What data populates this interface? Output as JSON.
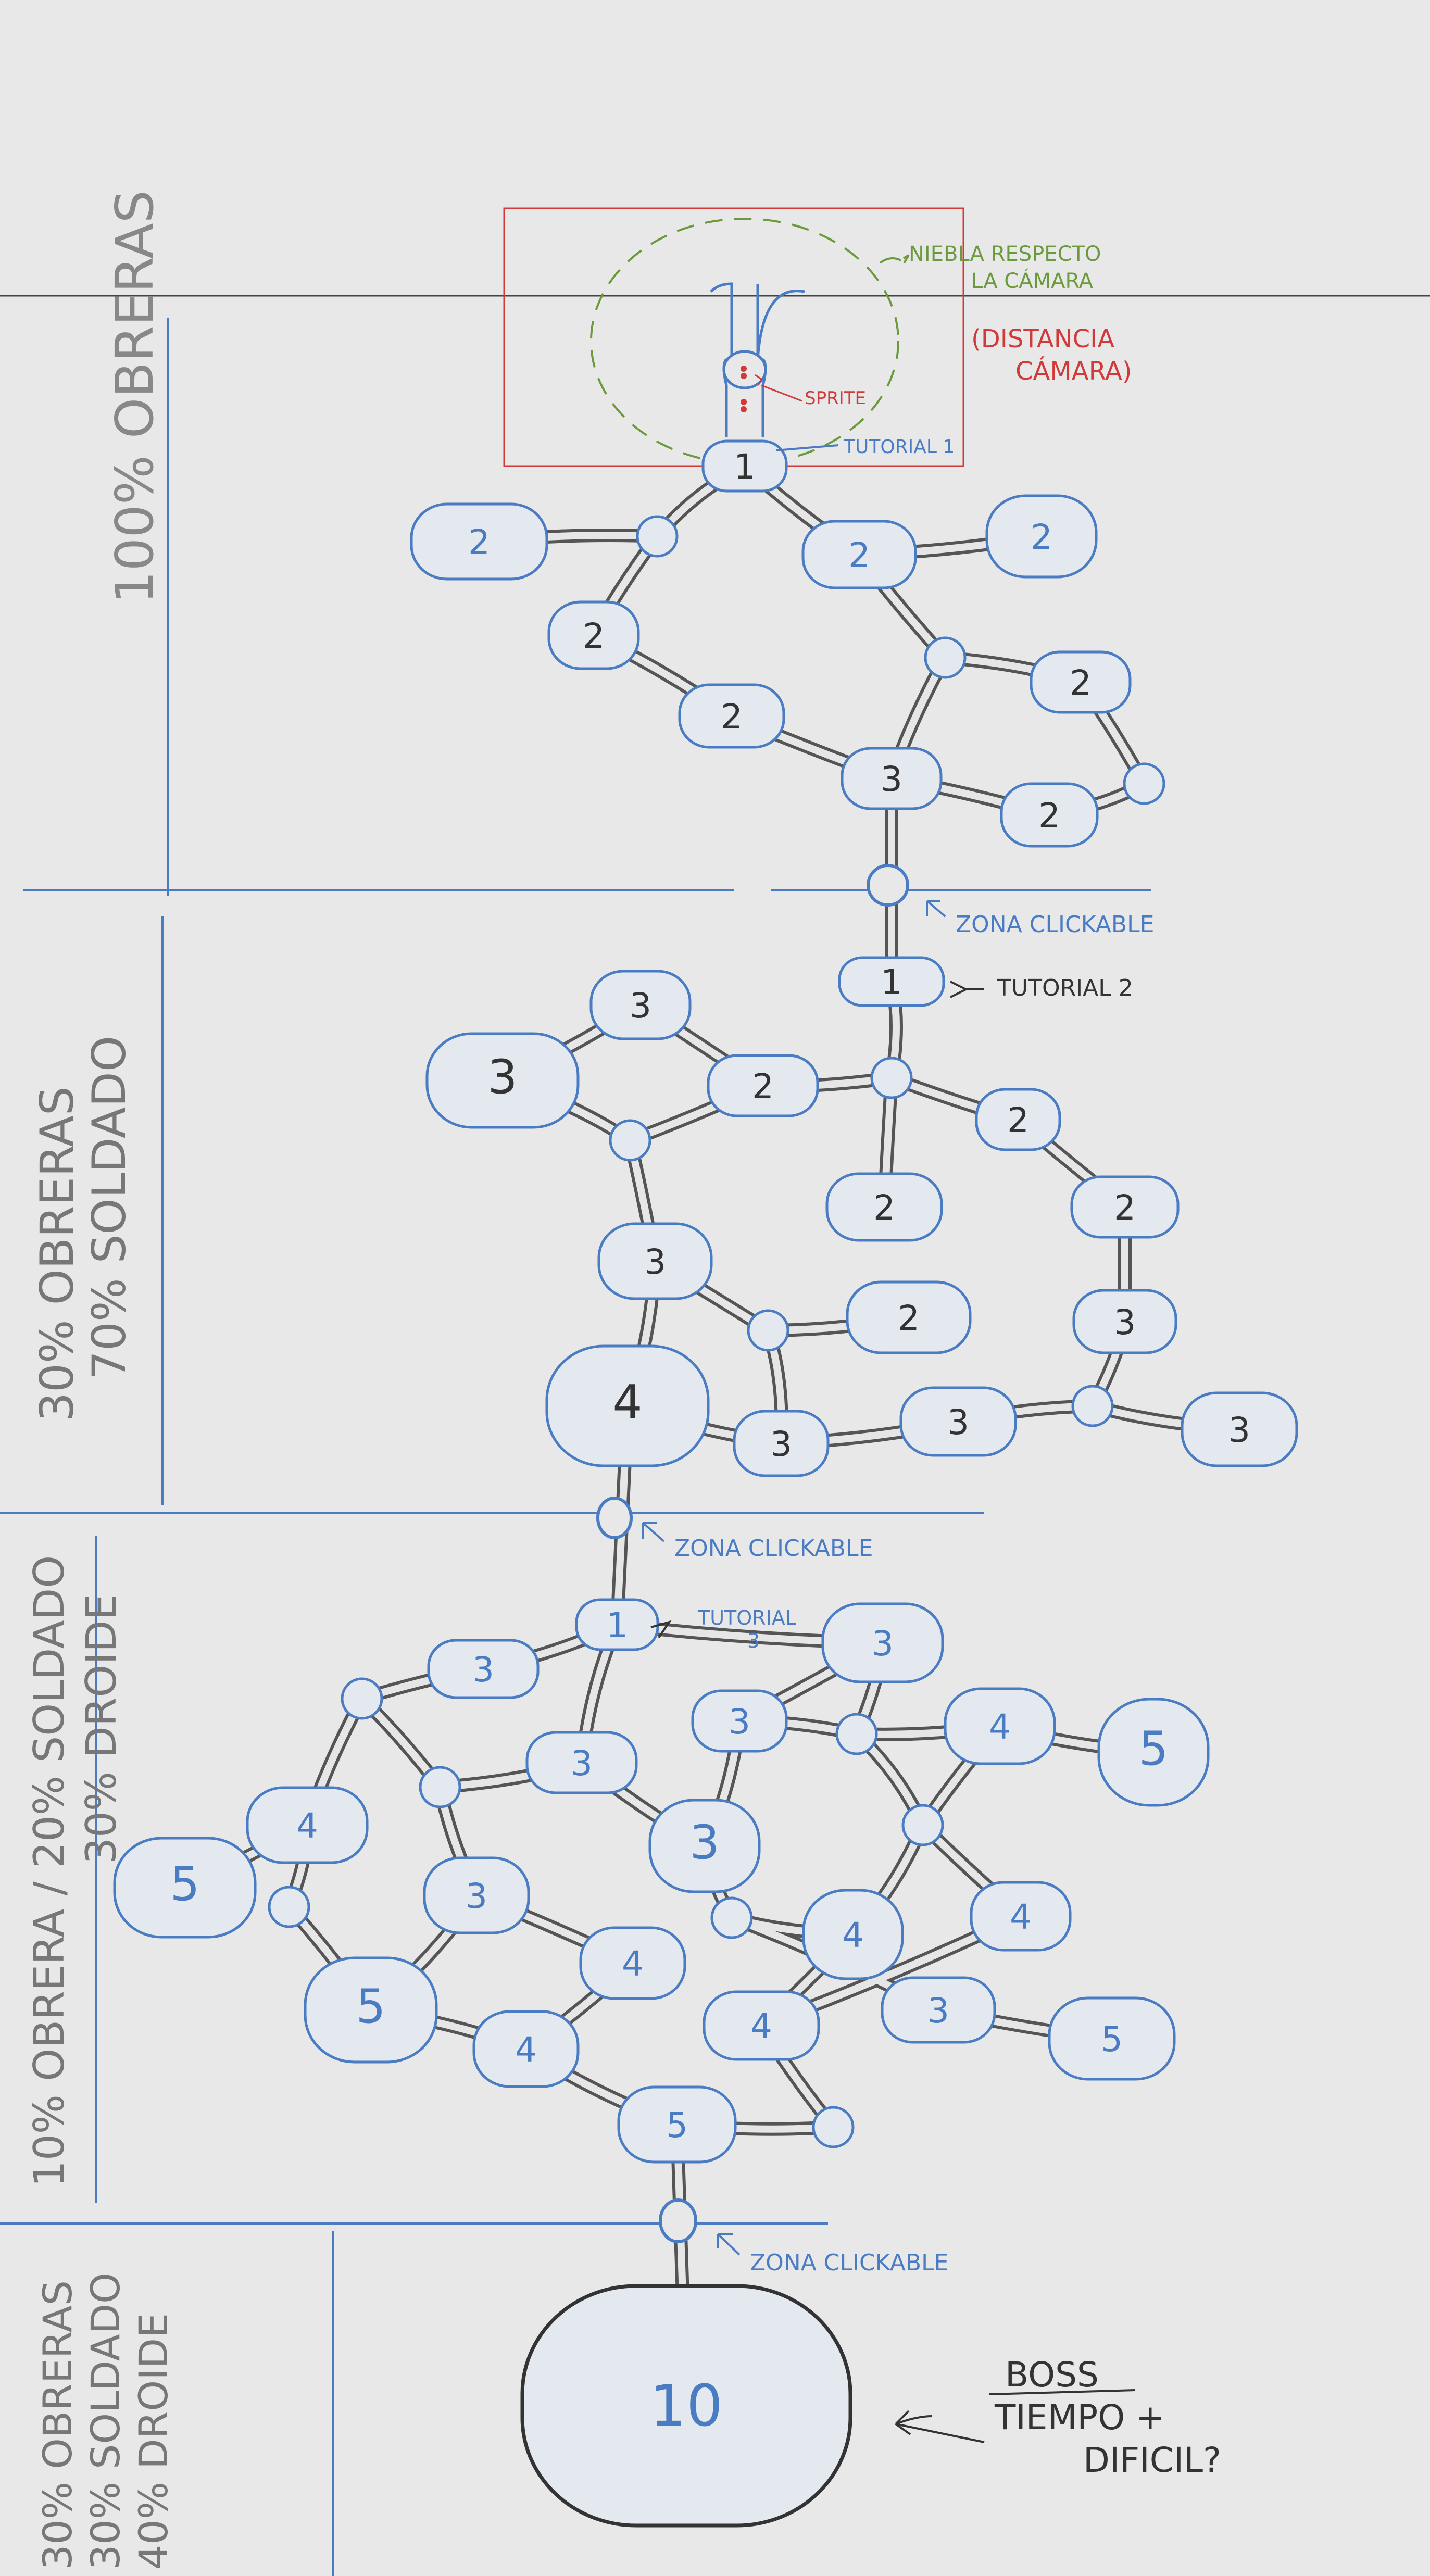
{
  "colors": {
    "paper": "#e8e8e8",
    "blue": "#4a7cc4",
    "ink": "#333333",
    "red": "#d23a3a",
    "green": "#6a9a3c",
    "node_fill": "#e4e8ef"
  },
  "zones": [
    {
      "id": "zone-1",
      "label": "100% OBRERAS"
    },
    {
      "id": "zone-2",
      "label_lines": [
        "30% OBRERAS",
        "70% SOLDADO"
      ]
    },
    {
      "id": "zone-3",
      "label_lines": [
        "10% OBRERA / 20% SOLDADO",
        "30% DROIDE"
      ]
    },
    {
      "id": "zone-4",
      "label_lines": [
        "30% OBRERAS",
        "30% SOLDADO",
        "40% DROIDE"
      ]
    }
  ],
  "annotations": {
    "niebla": [
      "NIEBLA RESPECTO",
      "LA CÁMARA"
    ],
    "distancia": [
      "(DISTANCIA",
      "CÁMARA)"
    ],
    "sprite": "SPRITE",
    "tutorial1": "TUTORIAL 1",
    "tutorial2": "TUTORIAL 2",
    "tutorial3": [
      "TUTORIAL",
      "3"
    ],
    "zona_clickable": "ZONA CLICKABLE",
    "boss": [
      "BOSS",
      "TIEMPO +",
      "DIFICIL?"
    ]
  },
  "rooms": [
    {
      "id": "r1a",
      "label": "1"
    },
    {
      "id": "r2a",
      "label": "2"
    },
    {
      "id": "r2b",
      "label": "2"
    },
    {
      "id": "r2c",
      "label": "2"
    },
    {
      "id": "r2d",
      "label": "2"
    },
    {
      "id": "r2e",
      "label": "2"
    },
    {
      "id": "r2f",
      "label": "2"
    },
    {
      "id": "r2g",
      "label": "2"
    },
    {
      "id": "r3a",
      "label": "3"
    },
    {
      "id": "r1b",
      "label": "1"
    },
    {
      "id": "r3b",
      "label": "3"
    },
    {
      "id": "r3c",
      "label": "3"
    },
    {
      "id": "r2h",
      "label": "2"
    },
    {
      "id": "r2i",
      "label": "2"
    },
    {
      "id": "r2j",
      "label": "2"
    },
    {
      "id": "r2k",
      "label": "2"
    },
    {
      "id": "r3d",
      "label": "3"
    },
    {
      "id": "r2l",
      "label": "2"
    },
    {
      "id": "r3e",
      "label": "3"
    },
    {
      "id": "r4a",
      "label": "4"
    },
    {
      "id": "r3f",
      "label": "3"
    },
    {
      "id": "r3g",
      "label": "3"
    },
    {
      "id": "r3h",
      "label": "3"
    },
    {
      "id": "r1c",
      "label": "1"
    },
    {
      "id": "r3i",
      "label": "3"
    },
    {
      "id": "r3j",
      "label": "3"
    },
    {
      "id": "r3k",
      "label": "3"
    },
    {
      "id": "r3l",
      "label": "3"
    },
    {
      "id": "r4b",
      "label": "4"
    },
    {
      "id": "r5a",
      "label": "5"
    },
    {
      "id": "r4c",
      "label": "4"
    },
    {
      "id": "r5b",
      "label": "5"
    },
    {
      "id": "r3m",
      "label": "3"
    },
    {
      "id": "r3n",
      "label": "3"
    },
    {
      "id": "r4d",
      "label": "4"
    },
    {
      "id": "r5c",
      "label": "5"
    },
    {
      "id": "r4e",
      "label": "4"
    },
    {
      "id": "r4f",
      "label": "4"
    },
    {
      "id": "r4g",
      "label": "4"
    },
    {
      "id": "r3o",
      "label": "3"
    },
    {
      "id": "r4h",
      "label": "4"
    },
    {
      "id": "r5d",
      "label": "5"
    },
    {
      "id": "r5e",
      "label": "5"
    },
    {
      "id": "r10",
      "label": "10"
    }
  ]
}
